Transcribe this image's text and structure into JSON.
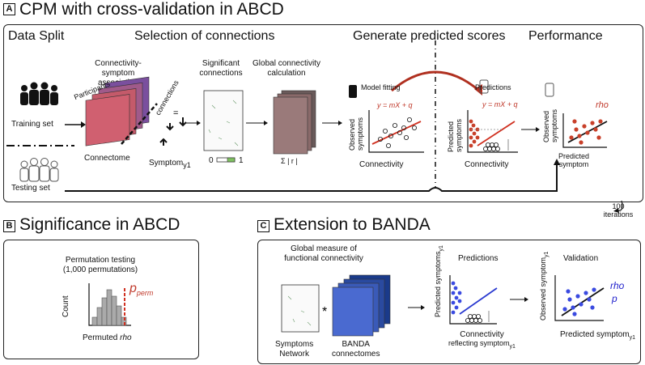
{
  "panel_a": {
    "tag": "A",
    "title": "CPM with cross-validation in ABCD",
    "data_split": "Data Split",
    "selection": "Selection of connections",
    "generate": "Generate predicted scores",
    "performance": "Performance",
    "assoc": "Connectivity-symptom association",
    "significant": "Significant connections",
    "global_calc": "Global connectivity calculation",
    "participants": "Participants",
    "connections": "connections",
    "connectome": "Connectome",
    "symptom": "Symptom",
    "sub_y1": "y1",
    "scale_0": "0",
    "scale_1": "1",
    "sum_r": "Σ | r |",
    "training_set": "Training set",
    "testing_set": "Testing set",
    "model_fitting": "Model fitting",
    "predictions": "Predictions",
    "equation": "y = mX + q",
    "observed": "Observed",
    "symptoms": "symptoms",
    "predicted": "Predicted",
    "connectivity": "Connectivity",
    "rho": "rho",
    "predicted_symptom": "Predicted",
    "symptom_word": "symptom",
    "iterations": "100 iterations"
  },
  "panel_b": {
    "tag": "B",
    "title": "Significance in ABCD",
    "perm_line1": "Permutation testing",
    "perm_line2": "(1,000 permutations)",
    "count": "Count",
    "p_perm": "p",
    "p_sub": "perm",
    "xlabel_prefix": "Permuted",
    "xlabel_rho": "rho"
  },
  "panel_c": {
    "tag": "C",
    "title": "Extension to BANDA",
    "global_line1": "Global measure of",
    "global_line2": "functional connectivity",
    "predictions": "Predictions",
    "validation": "Validation",
    "symptoms_net1": "Symptoms",
    "symptoms_net2": "Network",
    "banda1": "BANDA",
    "banda2": "connectomes",
    "connectivity": "Connectivity",
    "reflecting": "reflecting symptom",
    "predicted_symptoms": "Predicted symptoms",
    "observed_symptom": "Observed symptom",
    "predicted_symptom": "Predicted symptom",
    "sub_y1": "y1",
    "rho": "rho",
    "p": "p"
  },
  "colors": {
    "red": "#c0392b",
    "blue": "#2222cc",
    "dark": "#222222"
  }
}
